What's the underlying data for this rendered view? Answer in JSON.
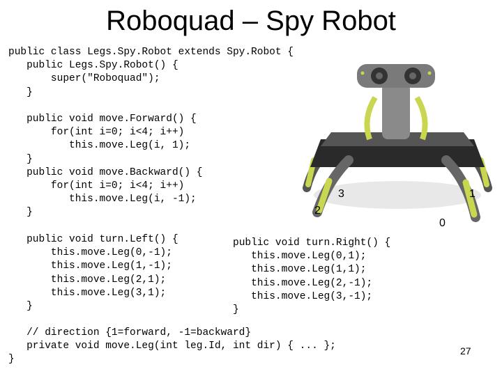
{
  "title": "Roboquad – Spy Robot",
  "code_main": [
    "public class Legs.Spy.Robot extends Spy.Robot {",
    "   public Legs.Spy.Robot() {",
    "       super(\"Roboquad\");",
    "   }",
    "",
    "   public void move.Forward() {",
    "       for(int i=0; i<4; i++)",
    "          this.move.Leg(i, 1);",
    "   }",
    "   public void move.Backward() {",
    "       for(int i=0; i<4; i++)",
    "          this.move.Leg(i, -1);",
    "   }"
  ],
  "code_left": [
    "   public void turn.Left() {",
    "       this.move.Leg(0,-1);",
    "       this.move.Leg(1,-1);",
    "       this.move.Leg(2,1);",
    "       this.move.Leg(3,1);",
    "   }"
  ],
  "code_right": [
    "public void turn.Right() {",
    "   this.move.Leg(0,1);",
    "   this.move.Leg(1,1);",
    "   this.move.Leg(2,-1);",
    "   this.move.Leg(3,-1);",
    "}"
  ],
  "code_bottom": [
    "   // direction {1=forward, -1=backward}",
    "   private void move.Leg(int leg.Id, int dir) { ... };",
    "}"
  ],
  "leg_labels": [
    "3",
    "1",
    "2",
    "0"
  ],
  "page_number": "27"
}
